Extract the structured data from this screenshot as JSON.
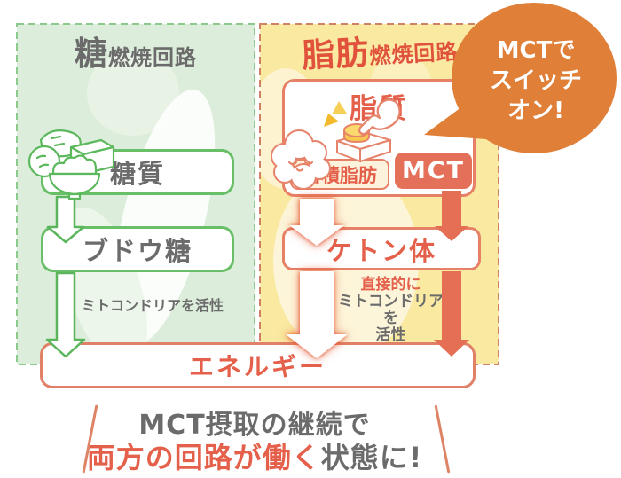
{
  "panels": {
    "sugar": {
      "title_big": "糖",
      "title_small": "燃焼回路",
      "box1": "糖質",
      "box2": "ブドウ糖",
      "note": "ミトコンドリアを活性"
    },
    "fat": {
      "title_big": "脂肪",
      "title_small": "燃焼回路",
      "container_title": "脂質",
      "stored_fat": "蓄積脂肪",
      "mct": "MCT",
      "ketone": "ケトン体",
      "note_accent": "直接的に",
      "note_line1": "ミトコンドリアを",
      "note_line2": "活性"
    }
  },
  "energy_box": "エネルギー",
  "bubble": {
    "line1": "MCTで",
    "line2": "スイッチ",
    "line3": "オン!"
  },
  "caption": {
    "line1": "MCT摂取の継続で",
    "line2_accent": "両方の回路が働く",
    "line2_rest": "状態に!"
  },
  "icons": {
    "sugar_foods": "bread-rice-sweetpotato-line-icon",
    "fat_blob": "fat-cloud-character-icon",
    "switch": "hand-pressing-switch-icon",
    "bubble": "speech-bubble"
  },
  "colors": {
    "green_accent": "#5bb55b",
    "green_border": "#68bf68",
    "panel_green_bg": "#dceedb",
    "panel_yellow_bg": "#fae9a1",
    "salmon_accent": "#e4604a",
    "salmon_border": "#e68168",
    "mct_fill": "#e5705a",
    "orange_bubble": "#e07f38",
    "button_yellow": "#fbd96e",
    "gray_text": "#6b6b6b"
  }
}
